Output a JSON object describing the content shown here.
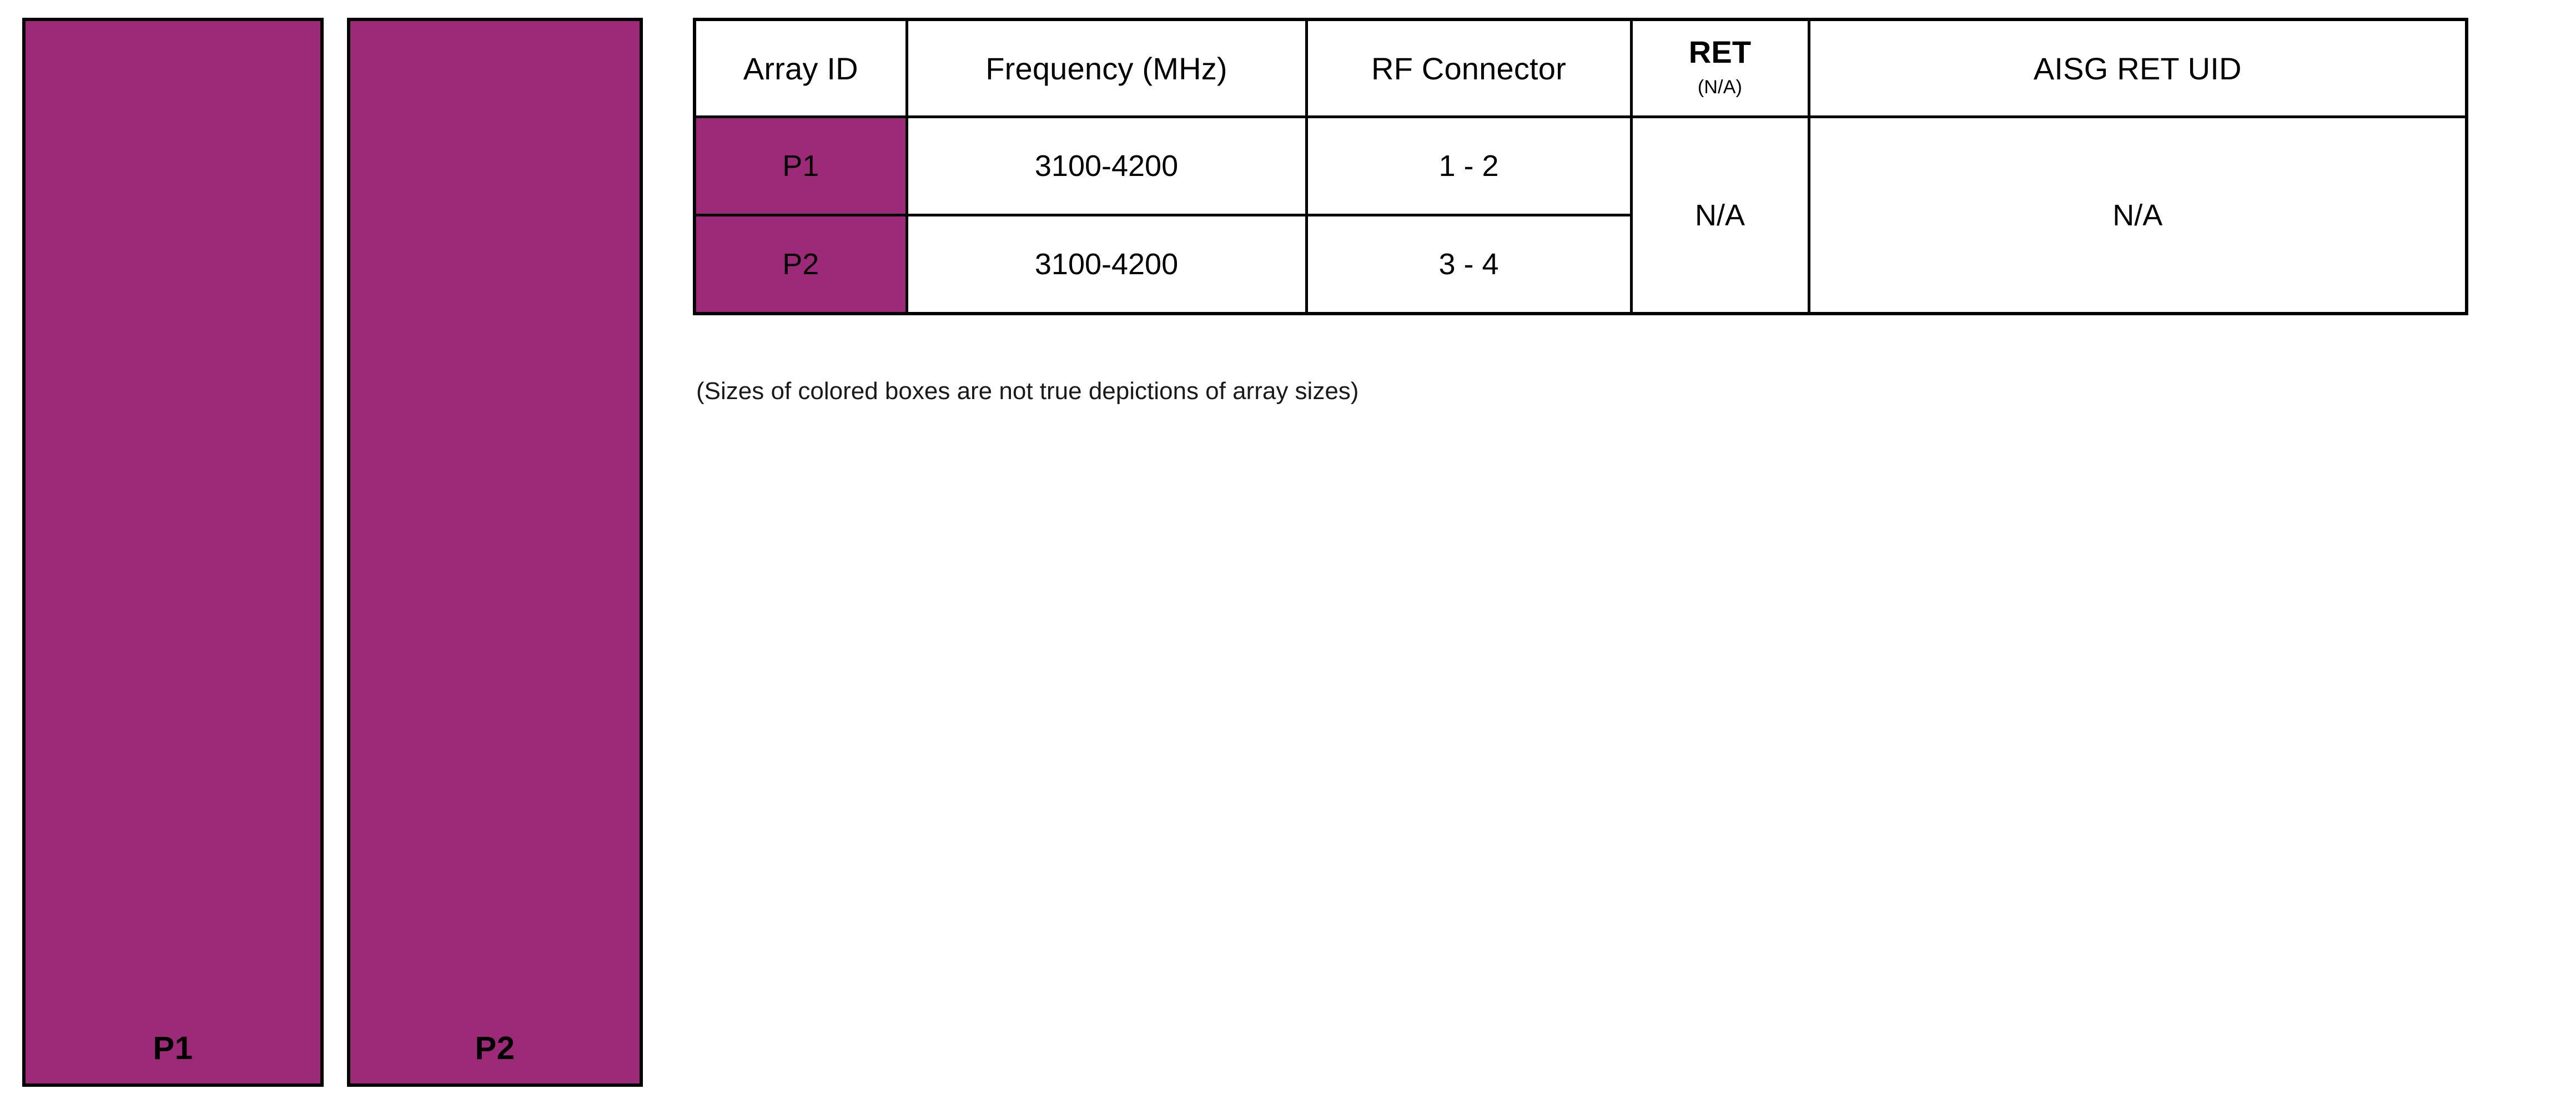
{
  "arrays": [
    {
      "id": "P1",
      "label": "P1",
      "color": "#9C2A78"
    },
    {
      "id": "P2",
      "label": "P2",
      "color": "#9C2A78"
    }
  ],
  "table": {
    "headers": {
      "array_id": "Array ID",
      "frequency": "Frequency (MHz)",
      "rf_connector": "RF Connector",
      "ret_main": "RET",
      "ret_sub": "(N/A)",
      "aisg_ret_uid": "AISG RET UID"
    },
    "rows": [
      {
        "array_id": "P1",
        "frequency": "3100-4200",
        "rf_connector": "1 - 2"
      },
      {
        "array_id": "P2",
        "frequency": "3100-4200",
        "rf_connector": "3 - 4"
      }
    ],
    "merged": {
      "ret": "N/A",
      "aisg_ret_uid": "N/A"
    }
  },
  "footnote": "(Sizes of colored boxes are not true depictions of array sizes)",
  "colors": {
    "array_fill": "#9C2A78",
    "border": "#000000",
    "background": "#FFFFFF",
    "text": "#000000"
  }
}
